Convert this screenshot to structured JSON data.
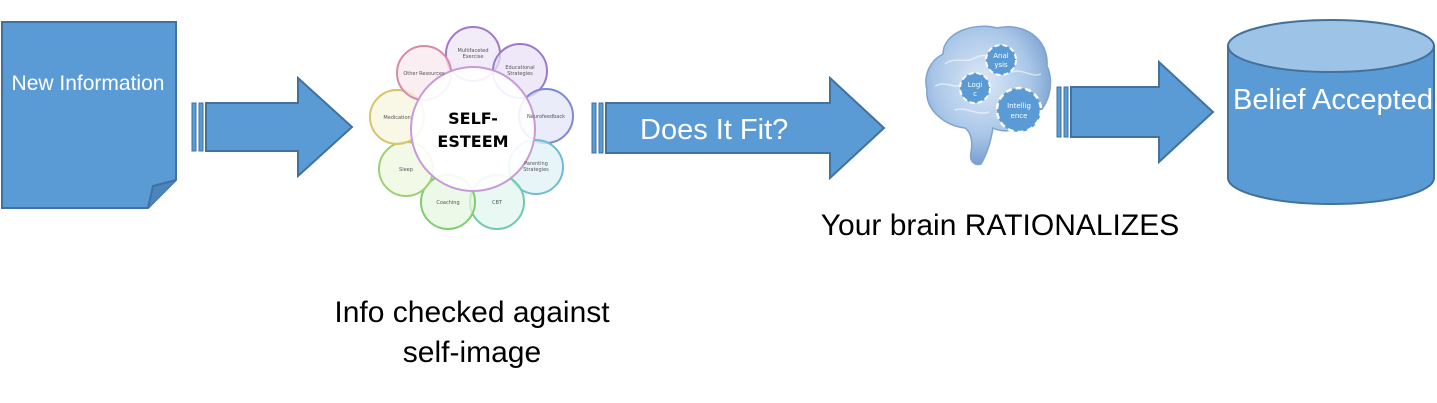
{
  "new_info": {
    "label": "New Information"
  },
  "self_esteem": {
    "center": "SELF-ESTEEM",
    "petals": [
      "Multifaceted Exercise",
      "Educational Strategies",
      "Neurofeedback",
      "Parenting Strategies",
      "CBT",
      "Coaching",
      "Sleep",
      "Medication",
      "Other Resources"
    ]
  },
  "fit_arrow": {
    "label": "Does It Fit?"
  },
  "brain": {
    "gears": [
      "Analysis",
      "Logic",
      "Intelligence"
    ]
  },
  "belief": {
    "label": "Belief Accepted"
  },
  "captions": {
    "brain": "Your brain RATIONALIZES",
    "self_image": "Info checked against self-image"
  },
  "colors": {
    "shape_fill": "#5b9bd5",
    "shape_stroke": "#41719c",
    "text_light": "#ffffff",
    "text_dark": "#000000"
  }
}
